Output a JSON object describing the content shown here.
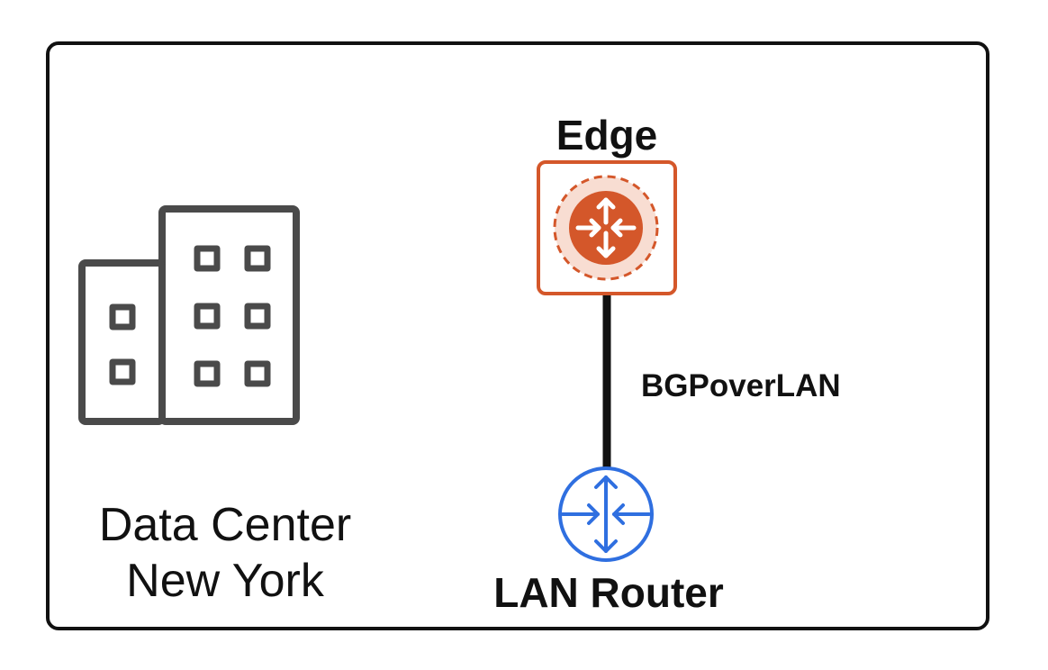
{
  "diagram": {
    "site": {
      "icon": "building-icon",
      "line1": "Data Center",
      "line2": "New York"
    },
    "edge": {
      "label": "Edge",
      "icon": "edge-router-icon",
      "color": "#D4572A"
    },
    "link": {
      "label": "BGPoverLAN",
      "color": "#111111"
    },
    "lan_router": {
      "label": "LAN Router",
      "icon": "router-icon",
      "color": "#2F6FE0"
    }
  }
}
